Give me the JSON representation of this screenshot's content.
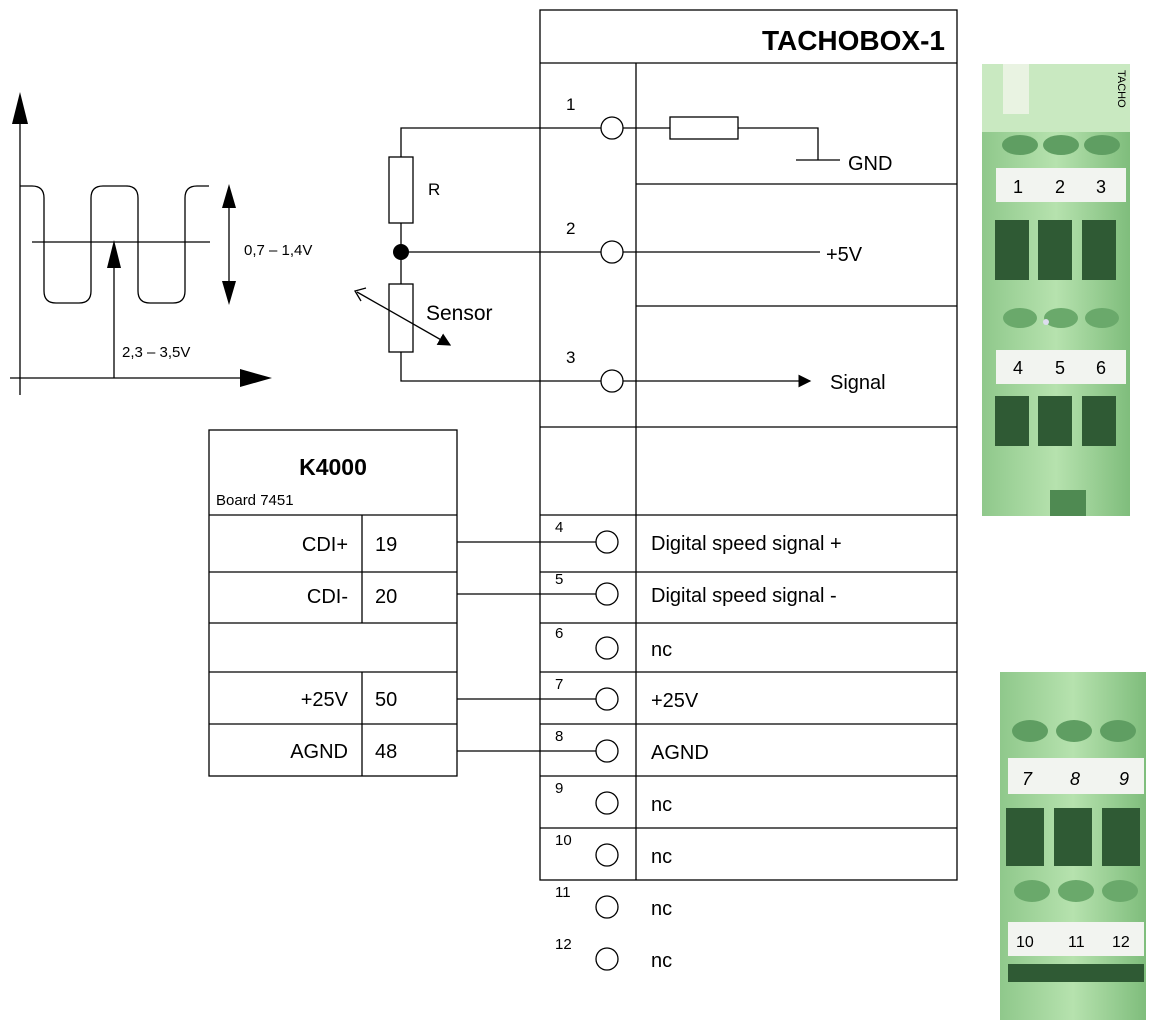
{
  "tachobox": {
    "title": "TACHOBOX-1",
    "upper_terminals": [
      {
        "pin": "1",
        "label": "GND"
      },
      {
        "pin": "2",
        "label": "+5V"
      },
      {
        "pin": "3",
        "label": "Signal"
      }
    ],
    "lower_terminals": [
      {
        "pin": "4",
        "label": "Digital speed signal +"
      },
      {
        "pin": "5",
        "label": "Digital speed signal -"
      },
      {
        "pin": "6",
        "label": "nc"
      },
      {
        "pin": "7",
        "label": "+25V"
      },
      {
        "pin": "8",
        "label": "AGND"
      },
      {
        "pin": "9",
        "label": "nc"
      },
      {
        "pin": "10",
        "label": "nc"
      },
      {
        "pin": "11",
        "label": "nc"
      },
      {
        "pin": "12",
        "label": "nc"
      }
    ]
  },
  "sensor_circuit": {
    "resistor_label": "R",
    "sensor_label": "Sensor"
  },
  "waveform": {
    "amplitude_label": "0,7 – 1,4V",
    "offset_label": "2,3 – 3,5V"
  },
  "k4000": {
    "title": "K4000",
    "subtitle": "Board 7451",
    "rows": [
      {
        "signal": "CDI+",
        "pin": "19"
      },
      {
        "signal": "CDI-",
        "pin": "20"
      },
      {
        "signal": "",
        "pin": ""
      },
      {
        "signal": "+25V",
        "pin": "50"
      },
      {
        "signal": "AGND",
        "pin": "48"
      }
    ]
  },
  "photos": {
    "top_terminal_numbers_upper": [
      "1",
      "2",
      "3"
    ],
    "top_terminal_numbers_lower": [
      "4",
      "5",
      "6"
    ],
    "bottom_terminal_numbers_upper": [
      "7",
      "8",
      "9"
    ],
    "bottom_terminal_numbers_lower": [
      "10",
      "11",
      "12"
    ],
    "module_marking": "TACHO",
    "colors": {
      "housing": "#a9d8a1",
      "housing_dark": "#4f8a52",
      "label_plate": "#f2f4f0",
      "shadow": "#2f5a34"
    }
  }
}
